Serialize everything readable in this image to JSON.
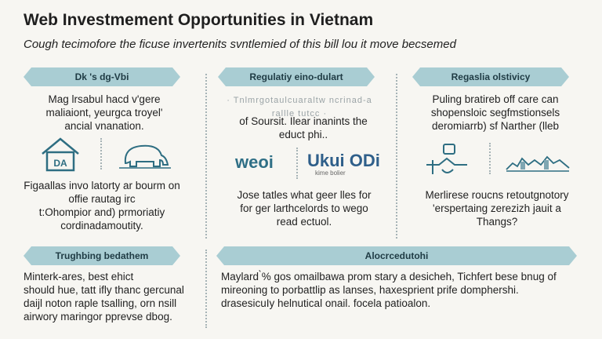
{
  "header": {
    "title": "Web Investmement Opportunities in Vietnam",
    "subtitle": "Cough tecimofore the ficuse invertenits svntlemied of this bill lou it move becsemed"
  },
  "panel_left": {
    "ribbon": "Dk 's dg-Vbi",
    "text_top": [
      "Mag lrsabul hacd v'gere",
      "maliaiont, yeurgca troyel'",
      "ancial vnanation."
    ],
    "text_bottom": [
      "Figaallas invo latorty ar bourm on",
      "offie rautag irc",
      "t:Ohompior and) prmoriatiy",
      "cordinadamoutity."
    ],
    "icons": [
      "house-icon",
      "elephant-icon"
    ]
  },
  "panel_middle": {
    "ribbon": "Regulatiy eino-dulart",
    "faint_text": "· Tnlmrgotaulcuaraltw ncrinad-a rallle tutcc ·",
    "text_top": [
      "of Soursit. Ilear inanints the",
      "educt phi.."
    ],
    "logo_left": "weoi",
    "logo_right": "Ukui ODi",
    "logo_right_sub": "kime bolier",
    "text_bottom": [
      "Jose tatles what geer lles for",
      "for ger larthcelords to wego",
      "read ectuol."
    ]
  },
  "panel_right": {
    "ribbon": "Regaslia olstivicy",
    "text_top": [
      "Puling bratireb off care can",
      "shopensloic segfmstionsels",
      "deromiarrb) sf Narther (lleb"
    ],
    "text_bottom": [
      "Merlirese roucns retoutgnotory",
      "'erspertaing zerezizh jauit a",
      "Thangs?"
    ],
    "icons": [
      "handshake-icon",
      "city-icon"
    ]
  },
  "panel_bottom_left": {
    "ribbon": "Trughbing bedathem",
    "text": [
      "Minterk-ares, best ehict",
      "should hue, tatt ifly thanc gercunal",
      "daijl noton raple tsalling, orn nsill",
      "airwory maringor pprevse dbog."
    ]
  },
  "panel_bottom_right": {
    "ribbon": "Alocrcedutohi",
    "text": [
      "Maylard  ̀% gos omailbawa prom stary a desicheh, Tichfert bese bnug of",
      "mireoning to porbattlip as lanses, haxesprient prife domphershi.",
      "drasesicuIy helnutical onail. focela patioalon."
    ]
  },
  "colors": {
    "ribbon": "#a9cdd3",
    "accent": "#2f6f86",
    "background": "#f7f6f2"
  }
}
